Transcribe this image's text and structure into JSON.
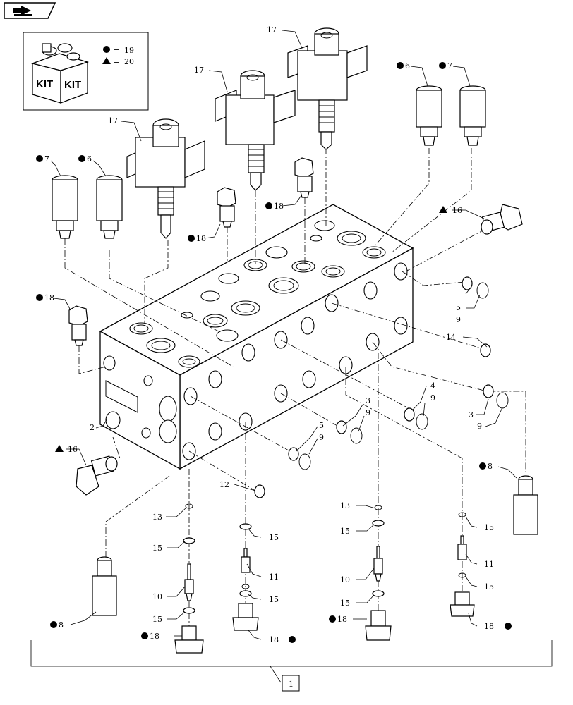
{
  "legend": {
    "kit_text": "KIT",
    "items": [
      {
        "symbol": "●",
        "sep": "=",
        "value": "19"
      },
      {
        "symbol": "▲",
        "sep": "=",
        "value": "20"
      }
    ]
  },
  "assembly_number": "1",
  "callouts": {
    "c17a": "17",
    "c17b": "17",
    "c17c": "17",
    "c6a": "6",
    "c7a": "7",
    "c7b": "7",
    "c6b": "6",
    "c18a": "18",
    "c18b": "18",
    "c18c": "18",
    "c16a": "16",
    "c16b": "16",
    "c5a": "5",
    "c9a": "9",
    "c14": "14",
    "c4": "4",
    "c9b": "9",
    "c3a": "3",
    "c9c": "9",
    "c3b": "3",
    "c9d": "9",
    "c5b": "5",
    "c9e": "9",
    "c2": "2",
    "c8a": "8",
    "c12": "12",
    "c13a": "13",
    "c15a": "15",
    "c10a": "10",
    "c15b": "15",
    "c18d": "18",
    "c15c": "15",
    "c11a": "11",
    "c15d": "15",
    "c18e": "18",
    "c13b": "13",
    "c15e": "15",
    "c10b": "10",
    "c15f": "15",
    "c18f": "18",
    "c15g": "15",
    "c11b": "11",
    "c15h": "15",
    "c18g": "18",
    "c8b": "8"
  },
  "icons": [
    "nav-arrow-icon",
    "kit-box-icon"
  ]
}
